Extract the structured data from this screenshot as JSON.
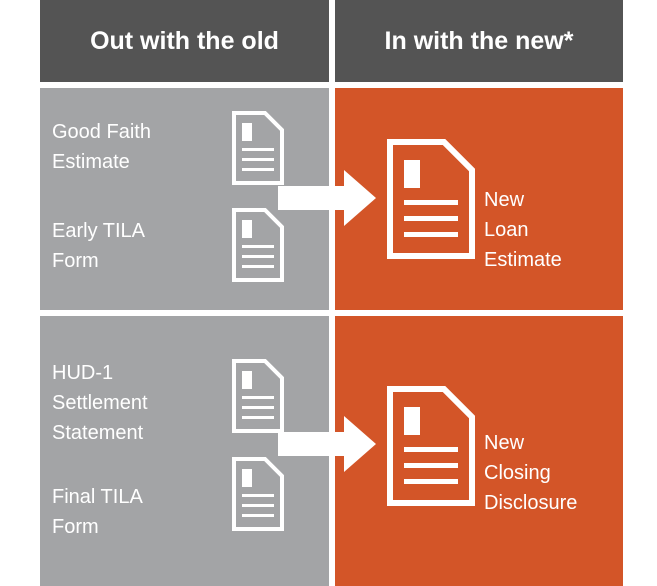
{
  "header": {
    "old_title": "Out with the old",
    "new_title": "In with the new*"
  },
  "colors": {
    "header_bg": "#545454",
    "old_panel": "#a3a4a6",
    "new_panel": "#d35528",
    "icon": "#ffffff"
  },
  "row1": {
    "old_doc1_label_lines": [
      "Good Faith",
      "Estimate"
    ],
    "old_doc2_label_lines": [
      "Early TILA",
      "Form"
    ],
    "new_doc_label_lines": [
      "New",
      "Loan",
      "Estimate"
    ]
  },
  "row2": {
    "old_doc1_label_lines": [
      "HUD-1",
      "Settlement",
      "Statement"
    ],
    "old_doc2_label_lines": [
      "Final TILA",
      "Form"
    ],
    "new_doc_label_lines": [
      "New",
      "Closing",
      "Disclosure"
    ]
  },
  "icons": {
    "document": "document-icon",
    "arrow": "arrow-right-icon"
  }
}
